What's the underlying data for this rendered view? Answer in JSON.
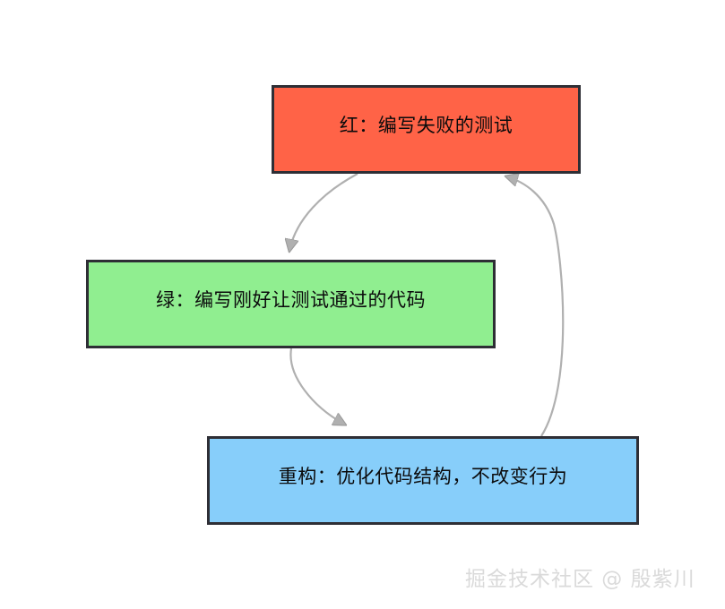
{
  "diagram": {
    "type": "flowchart",
    "background": "#ffffff",
    "nodes": [
      {
        "id": "red",
        "label": "红：编写失败的测试",
        "fill": "#ff6347",
        "stroke": "#2e2e35",
        "text_color": "#0b0b0c"
      },
      {
        "id": "green",
        "label": "绿：编写刚好让测试通过的代码",
        "fill": "#90ee90",
        "stroke": "#2e2e35",
        "text_color": "#0b0b0c"
      },
      {
        "id": "blue",
        "label": "重构：优化代码结构，不改变行为",
        "fill": "#87cefa",
        "stroke": "#2e2e35",
        "text_color": "#0b0b0c"
      }
    ],
    "edges": [
      {
        "id": "red-to-green",
        "from": "red",
        "to": "green",
        "label": "",
        "color": "#b0b0b0"
      },
      {
        "id": "green-to-blue",
        "from": "green",
        "to": "blue",
        "label": "",
        "color": "#b0b0b0"
      },
      {
        "id": "blue-to-red",
        "from": "blue",
        "to": "red",
        "label": "",
        "color": "#b0b0b0"
      }
    ]
  },
  "watermark": {
    "text": "掘金技术社区 @ 殷紫川",
    "color": "#dadada"
  }
}
